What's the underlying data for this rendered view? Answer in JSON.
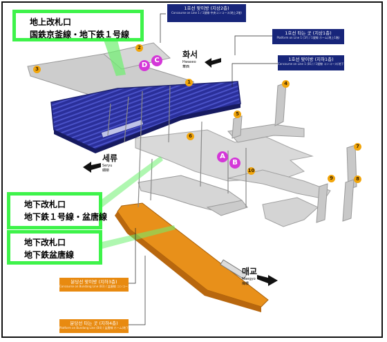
{
  "callouts": [
    {
      "line1": "地上改札口",
      "line2": "国鉄京釜線・地下鉄１号線"
    },
    {
      "line1": "地下改札口",
      "line2": "地下鉄１号線・盆唐線"
    },
    {
      "line1": "地下改札口",
      "line2": "地下鉄盆唐線"
    }
  ],
  "tags": {
    "concourse_line1": {
      "main": "1호선 맞이방 (지상2층)",
      "sub": "Concourse on Line 1 / 1號線 中央コンコース(地上2階)"
    },
    "platform_line1": {
      "main": "1호선 타는 곳 (지상1층)",
      "sub": "Platform on Line 1 (1F) / 1號線 ホーム(地上1階)"
    },
    "concourse_line1_b1": {
      "main": "1호선 맞이방 (지하1층)",
      "sub": "Concourse on Line 1 (B1) / 1號線 コンコース(地下1階)"
    },
    "concourse_bundang": {
      "main": "분당선 맞이방 (지하3층)",
      "sub": "Concourse on Bundang Line (B3) / 盆唐線 コンコース(地下3階)"
    },
    "platform_bundang": {
      "main": "분당선 타는 곳 (지하4층)",
      "sub": "Platform on Bundang Line (B4) / 盆唐線 ホーム(地下4階)"
    }
  },
  "directions": {
    "hwaseo": {
      "ko": "화서",
      "en": "Hwaseo",
      "ja": "華西"
    },
    "seryu": {
      "ko": "세류",
      "en": "Seryu",
      "ja": "細柳"
    },
    "maegyo": {
      "ko": "매교",
      "en": "Maegyo",
      "ja": "梅橋"
    }
  },
  "exits": [
    "1",
    "2",
    "3",
    "4",
    "5",
    "6",
    "7",
    "8",
    "9",
    "10"
  ],
  "gates": [
    "A",
    "B",
    "C",
    "D"
  ],
  "colors": {
    "callout_border": "#3ef34a",
    "navy_tag": "#17257a",
    "orange_tag": "#e88a10",
    "exit_marker": "#f2a60c",
    "gate_marker": "#d437d8"
  }
}
